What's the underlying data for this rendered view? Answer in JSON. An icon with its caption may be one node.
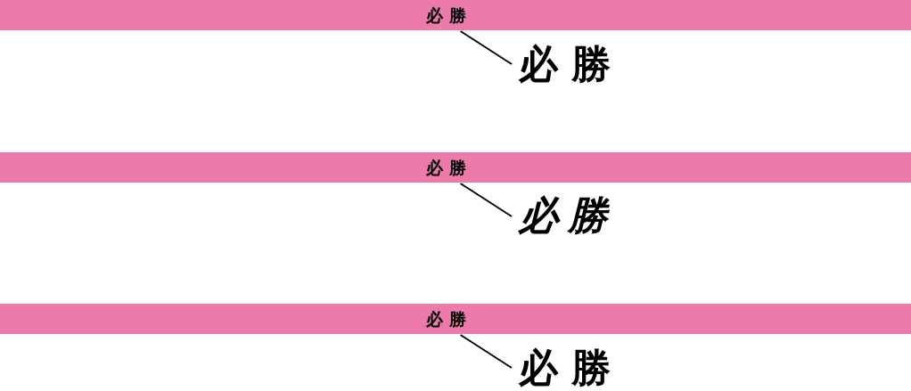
{
  "diagram": {
    "nodes": [
      {
        "text": [
          "必 勝"
        ]
      },
      {
        "text": [
          "必 勝"
        ]
      },
      {
        "text": [
          "必 勝"
        ]
      },
      {
        "text": [
          "必 勝"
        ]
      },
      {
        "text": [
          "必 勝"
        ]
      },
      {
        "text": [
          "必 勝"
        ]
      }
    ],
    "edges": [
      {
        "from": 0,
        "to": 1,
        "arrow": "none"
      },
      {
        "from": 2,
        "to": 3,
        "arrow": "none"
      },
      {
        "from": 4,
        "to": 5,
        "arrow": "none"
      }
    ]
  }
}
